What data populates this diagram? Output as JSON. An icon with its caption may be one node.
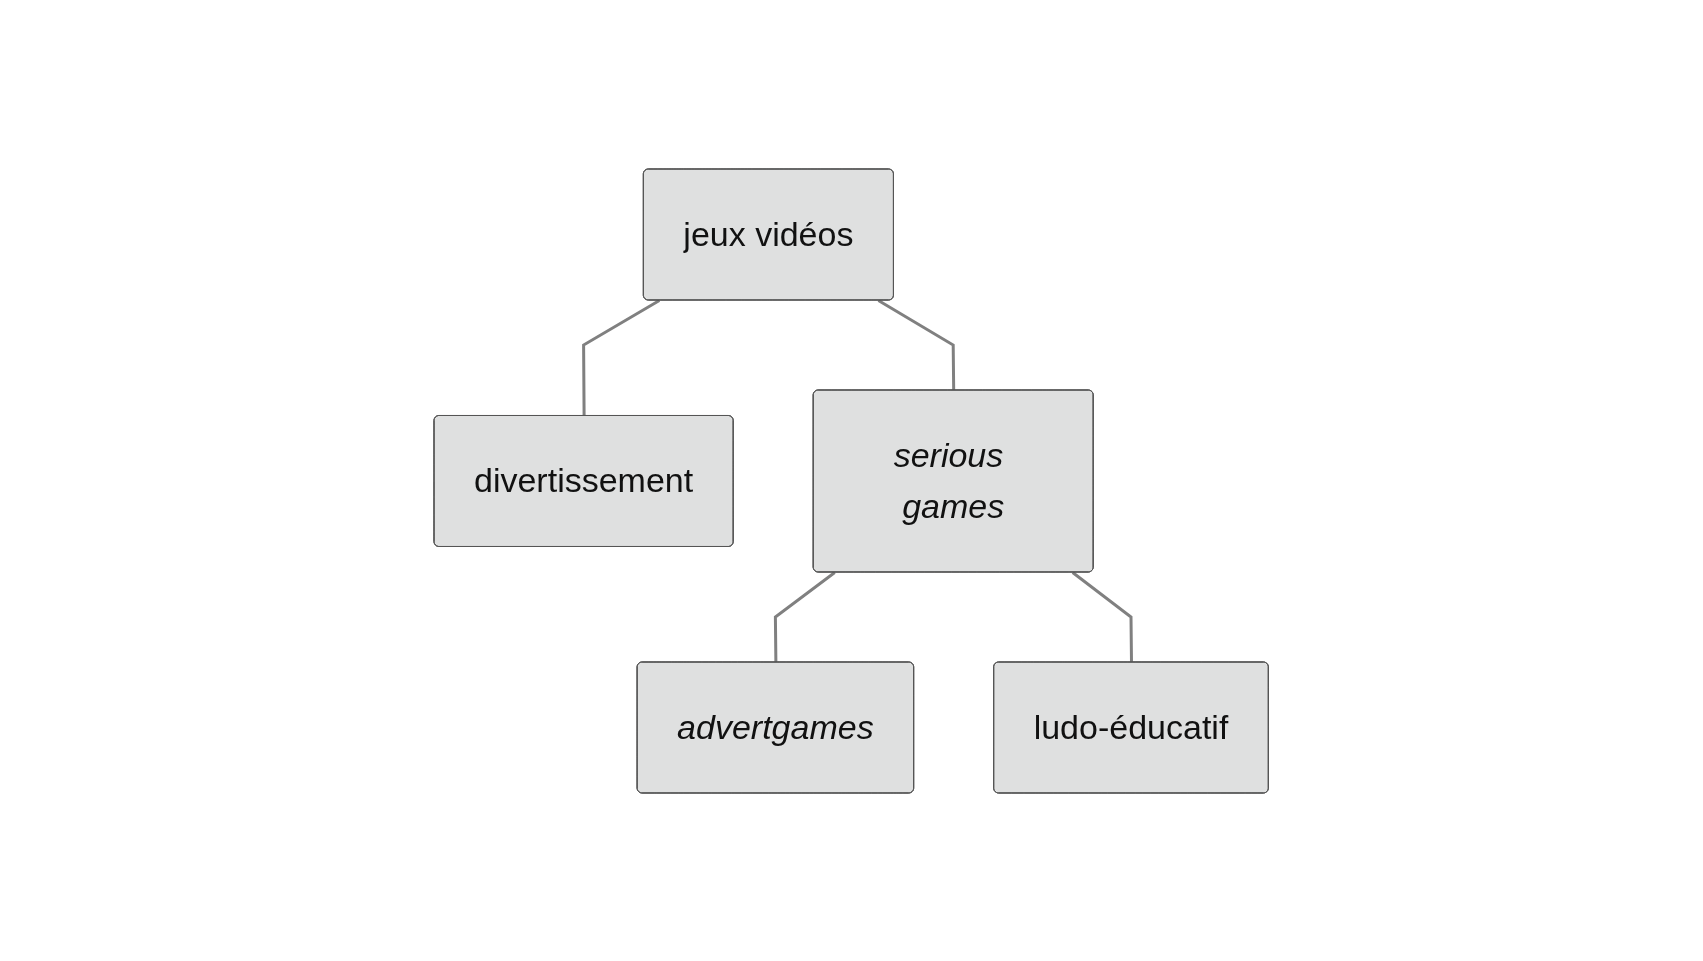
{
  "diagram": {
    "nodes": [
      {
        "text": [
          "jeux vidéos"
        ]
      },
      {
        "text": [
          "divertissement"
        ]
      },
      {
        "text": [
          "serious games"
        ]
      },
      {
        "text": [
          "advertgames"
        ]
      },
      {
        "text": [
          "ludo-éducatif"
        ]
      }
    ],
    "edges": [
      {
        "from": 0,
        "to": 1,
        "arrow": "none"
      },
      {
        "from": 0,
        "to": 2,
        "arrow": "none"
      },
      {
        "from": 2,
        "to": 3,
        "arrow": "none"
      },
      {
        "from": 2,
        "to": 4,
        "arrow": "none"
      }
    ]
  }
}
